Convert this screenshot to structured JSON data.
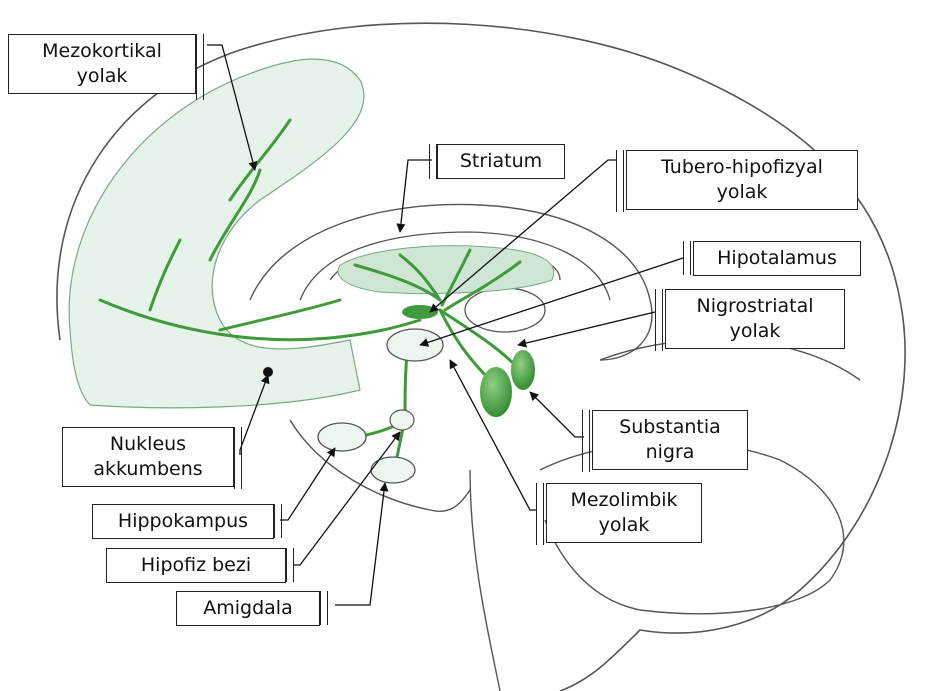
{
  "labels": {
    "mezokortikal": [
      "Mezokortikal",
      "yolak"
    ],
    "striatum": "Striatum",
    "tubero": [
      "Tubero-hipofizyal",
      "yolak"
    ],
    "hipotalamus": "Hipotalamus",
    "nigrostriatal": [
      "Nigrostriatal",
      "yolak"
    ],
    "nukleus": [
      "Nukleus",
      "akkumbens"
    ],
    "substantia": [
      "Substantia",
      "nigra"
    ],
    "mezolimbik": [
      "Mezolimbik",
      "yolak"
    ],
    "hippokampus": "Hippokampus",
    "hipofiz": "Hipofiz bezi",
    "amigdala": "Amigdala"
  },
  "colors": {
    "pathway": "#3f9a3a",
    "cortex_fill": "#e8f3ec",
    "node_fill": "#eef6f0",
    "outline": "#444444"
  }
}
